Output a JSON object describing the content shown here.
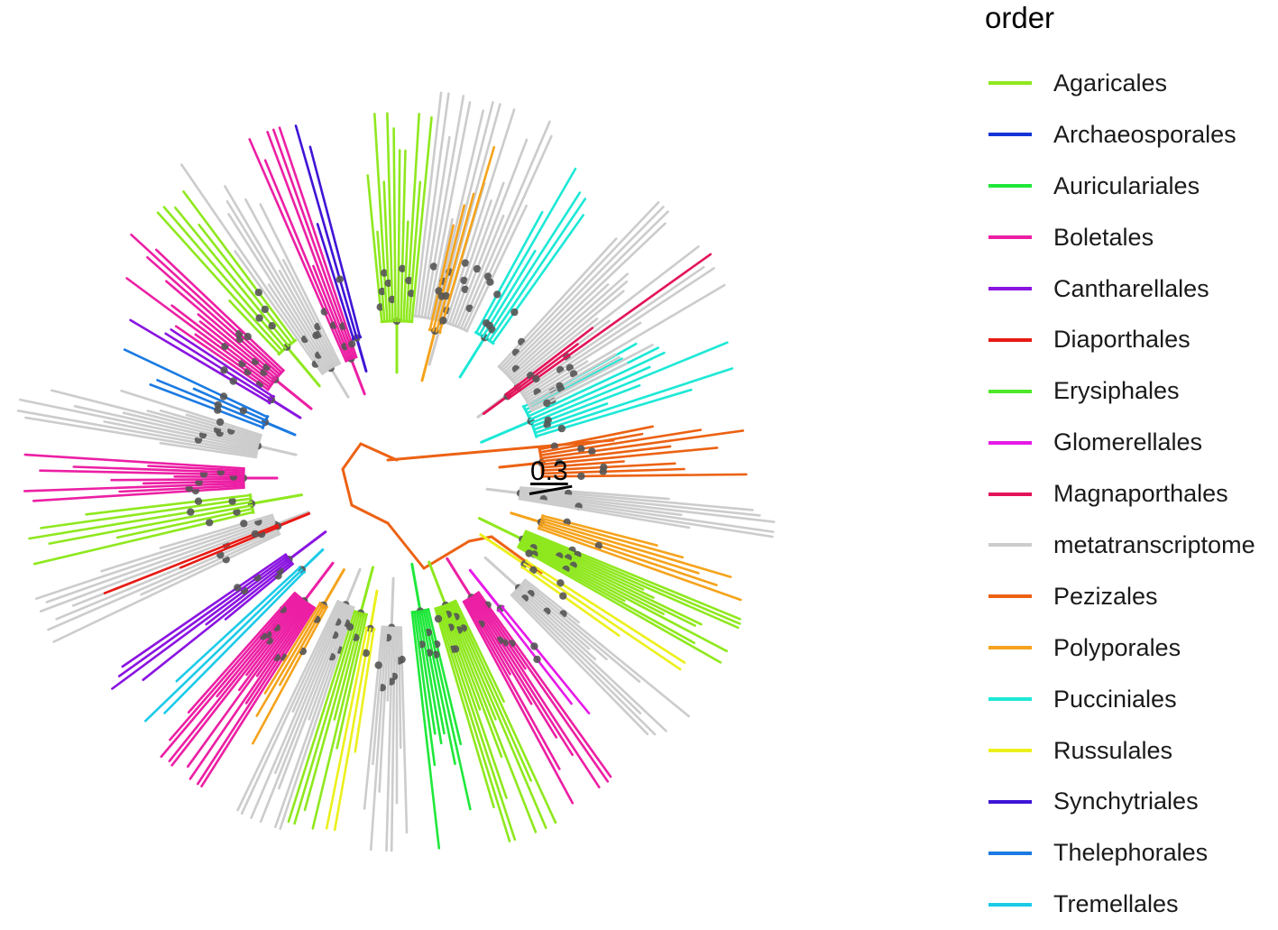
{
  "scale_bar": {
    "label": "0.3"
  },
  "legend": {
    "title": "order",
    "items": [
      {
        "label": "Agaricales",
        "color": "#8fe81e"
      },
      {
        "label": "Archaeosporales",
        "color": "#1334d6"
      },
      {
        "label": "Auriculariales",
        "color": "#1fe83a"
      },
      {
        "label": "Boletales",
        "color": "#ec1fa4"
      },
      {
        "label": "Cantharellales",
        "color": "#8a14e0"
      },
      {
        "label": "Diaporthales",
        "color": "#e81a14"
      },
      {
        "label": "Erysiphales",
        "color": "#4de829"
      },
      {
        "label": "Glomerellales",
        "color": "#e61ae8"
      },
      {
        "label": "Magnaporthales",
        "color": "#e3145a"
      },
      {
        "label": "metatranscriptome",
        "color": "#cccccc"
      },
      {
        "label": "Pezizales",
        "color": "#ec6214"
      },
      {
        "label": "Polyporales",
        "color": "#f5a31c"
      },
      {
        "label": "Pucciniales",
        "color": "#1de8d6"
      },
      {
        "label": "Russulales",
        "color": "#ecf01c"
      },
      {
        "label": "Synchytriales",
        "color": "#3f14d6"
      },
      {
        "label": "Thelephorales",
        "color": "#1b7ae3"
      },
      {
        "label": "Tremellales",
        "color": "#1ccbe8"
      }
    ]
  },
  "tree": {
    "type": "unrooted-circular-phylogeny",
    "node_marker_color": "#555555",
    "spine_color": "#ec6214",
    "clades": [
      {
        "order": "Pezizales",
        "start_deg": -12,
        "span_deg": 12,
        "leaves": 10,
        "depth": 0.75
      },
      {
        "order": "Pucciniales",
        "start_deg": -30,
        "span_deg": 14,
        "leaves": 10,
        "depth": 0.8
      },
      {
        "order": "metatranscriptome",
        "start_deg": -48,
        "span_deg": 22,
        "leaves": 22,
        "depth": 0.95
      },
      {
        "order": "Magnaporthales",
        "start_deg": -38,
        "span_deg": 3,
        "leaves": 3,
        "depth": 1.0
      },
      {
        "order": "Pucciniales",
        "start_deg": -62,
        "span_deg": 8,
        "leaves": 6,
        "depth": 0.8
      },
      {
        "order": "metatranscriptome",
        "start_deg": -84,
        "span_deg": 20,
        "leaves": 18,
        "depth": 1.0
      },
      {
        "order": "Polyporales",
        "start_deg": -78,
        "span_deg": 5,
        "leaves": 4,
        "depth": 0.72
      },
      {
        "order": "Agaricales",
        "start_deg": -96,
        "span_deg": 12,
        "leaves": 12,
        "depth": 0.85
      },
      {
        "order": "Synchytriales",
        "start_deg": -108,
        "span_deg": 4,
        "leaves": 3,
        "depth": 0.95
      },
      {
        "order": "Boletales",
        "start_deg": -114,
        "span_deg": 6,
        "leaves": 6,
        "depth": 0.88
      },
      {
        "order": "metatranscriptome",
        "start_deg": -126,
        "span_deg": 10,
        "leaves": 10,
        "depth": 0.95
      },
      {
        "order": "Agaricales",
        "start_deg": -134,
        "span_deg": 8,
        "leaves": 6,
        "depth": 0.8
      },
      {
        "order": "Boletales",
        "start_deg": -146,
        "span_deg": 10,
        "leaves": 10,
        "depth": 0.82
      },
      {
        "order": "Cantharellales",
        "start_deg": -150,
        "span_deg": 4,
        "leaves": 3,
        "depth": 0.7
      },
      {
        "order": "Thelephorales",
        "start_deg": -160,
        "span_deg": 6,
        "leaves": 4,
        "depth": 0.85
      },
      {
        "order": "metatranscriptome",
        "start_deg": -172,
        "span_deg": 10,
        "leaves": 12,
        "depth": 0.98
      },
      {
        "order": "Boletales",
        "start_deg": -184,
        "span_deg": 8,
        "leaves": 10,
        "depth": 0.9
      },
      {
        "order": "Agaricales",
        "start_deg": -194,
        "span_deg": 8,
        "leaves": 6,
        "depth": 0.9
      },
      {
        "order": "metatranscriptome",
        "start_deg": -206,
        "span_deg": 10,
        "leaves": 10,
        "depth": 0.95
      },
      {
        "order": "Diaporthales",
        "start_deg": -203,
        "span_deg": 2,
        "leaves": 2,
        "depth": 0.9
      },
      {
        "order": "Cantharellales",
        "start_deg": -220,
        "span_deg": 6,
        "leaves": 6,
        "depth": 0.78
      },
      {
        "order": "Tremellales",
        "start_deg": -226,
        "span_deg": 4,
        "leaves": 3,
        "depth": 0.75
      },
      {
        "order": "Boletales",
        "start_deg": -238,
        "span_deg": 10,
        "leaves": 14,
        "depth": 0.85
      },
      {
        "order": "Polyporales",
        "start_deg": -242,
        "span_deg": 4,
        "leaves": 4,
        "depth": 0.7
      },
      {
        "order": "metatranscriptome",
        "start_deg": -252,
        "span_deg": 8,
        "leaves": 10,
        "depth": 0.88
      },
      {
        "order": "Agaricales",
        "start_deg": -258,
        "span_deg": 6,
        "leaves": 6,
        "depth": 0.82
      },
      {
        "order": "Russulales",
        "start_deg": -262,
        "span_deg": 4,
        "leaves": 3,
        "depth": 0.8
      },
      {
        "order": "metatranscriptome",
        "start_deg": -272,
        "span_deg": 8,
        "leaves": 10,
        "depth": 0.9
      },
      {
        "order": "Auriculariales",
        "start_deg": -284,
        "span_deg": 8,
        "leaves": 8,
        "depth": 0.9
      },
      {
        "order": "Agaricales",
        "start_deg": -296,
        "span_deg": 10,
        "leaves": 12,
        "depth": 0.95
      },
      {
        "order": "Boletales",
        "start_deg": -306,
        "span_deg": 8,
        "leaves": 10,
        "depth": 0.88
      },
      {
        "order": "Glomerellales",
        "start_deg": -310,
        "span_deg": 3,
        "leaves": 2,
        "depth": 0.8
      },
      {
        "order": "metatranscriptome",
        "start_deg": -322,
        "span_deg": 8,
        "leaves": 10,
        "depth": 0.98
      },
      {
        "order": "Russulales",
        "start_deg": -328,
        "span_deg": 4,
        "leaves": 3,
        "depth": 0.7
      },
      {
        "order": "Agaricales",
        "start_deg": -338,
        "span_deg": 8,
        "leaves": 12,
        "depth": 0.9
      },
      {
        "order": "Polyporales",
        "start_deg": -346,
        "span_deg": 6,
        "leaves": 6,
        "depth": 0.85
      },
      {
        "order": "metatranscriptome",
        "start_deg": -356,
        "span_deg": 6,
        "leaves": 8,
        "depth": 0.95
      }
    ]
  }
}
